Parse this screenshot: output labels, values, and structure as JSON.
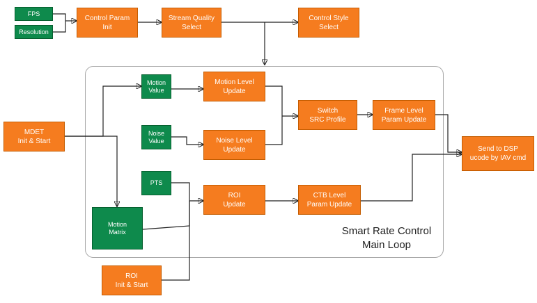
{
  "colors": {
    "process": "#f57c1f",
    "value": "#0e8a4c",
    "line": "#222222"
  },
  "nodes": {
    "fps": [
      "FPS"
    ],
    "resolution": [
      "Resolution"
    ],
    "control_param_init": [
      "Control Param",
      "Init"
    ],
    "stream_quality_select": [
      "Stream Quality",
      "Select"
    ],
    "control_style_select": [
      "Control Style",
      "Select"
    ],
    "mdet_init_start": [
      "MDET",
      "Init & Start"
    ],
    "motion_value": [
      "Motion",
      "Value"
    ],
    "motion_level_update": [
      "Motion Level",
      "Update"
    ],
    "noise_value": [
      "Noise",
      "Value"
    ],
    "noise_level_update": [
      "Noise Level",
      "Update"
    ],
    "switch_src_profile": [
      "Switch",
      "SRC Profile"
    ],
    "frame_level_param_update": [
      "Frame Level",
      "Param Update"
    ],
    "send_to_dsp": [
      "Send to DSP",
      "ucode by IAV cmd"
    ],
    "pts": [
      "PTS"
    ],
    "roi_update": [
      "ROI",
      "Update"
    ],
    "ctb_level_param_update": [
      "CTB Level",
      "Param Update"
    ],
    "motion_matrix": [
      "Motion",
      "Matrix"
    ],
    "roi_init_start": [
      "ROI",
      "Init & Start"
    ]
  },
  "loop_title": [
    "Smart Rate Control",
    "Main Loop"
  ]
}
